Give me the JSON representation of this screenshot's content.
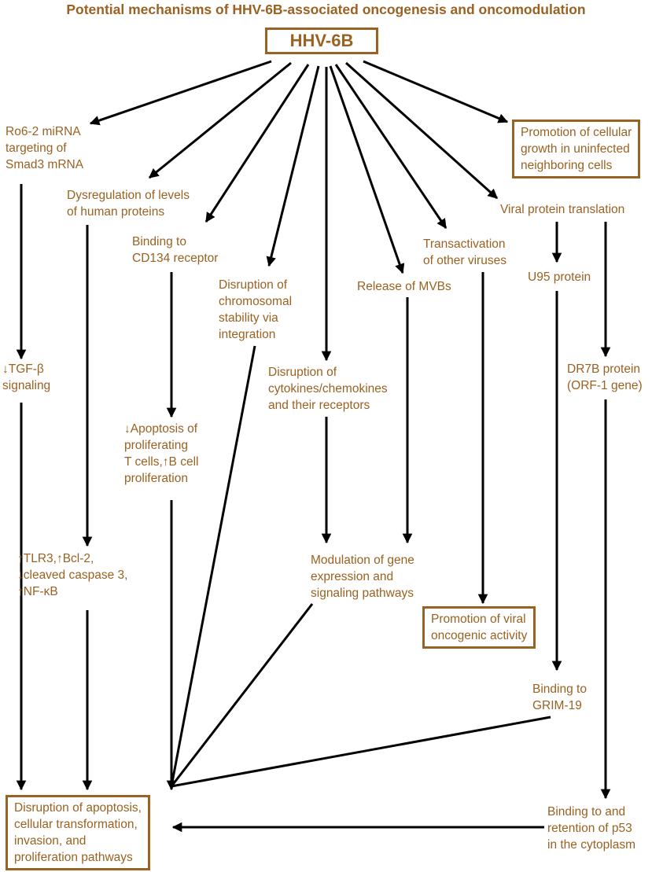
{
  "title": "Potential mechanisms of HHV-6B-associated oncogenesis and oncomodulation",
  "root": "HHV-6B",
  "nodes": {
    "ro62": "Ro6-2 miRNA\ntargeting of\nSmad3 mRNA",
    "dysreg": "Dysregulation of levels\nof human proteins",
    "cd134": "Binding to\nCD134 receptor",
    "chrom": "Disruption of\nchromosomal\nstability via\nintegration",
    "cytok": "Disruption of\ncytokines/chemokines\nand their receptors",
    "mvbs": "Release of MVBs",
    "transact": "Transactivation\nof other viruses",
    "viraltrans": "Viral protein translation",
    "growth": "Promotion of cellular\ngrowth in uninfected\nneighboring cells",
    "u95": "U95 protein",
    "dr7b": "DR7B protein\n(ORF-1 gene)",
    "tgf": "↓TGF-β\nsignaling",
    "apop": "↓Apoptosis of\nproliferating\nT cells,↑B cell\nproliferation",
    "tlr3": "↑TLR3,↑Bcl-2,\n↓cleaved caspase 3,\n↑NF-κB",
    "modul": "Modulation of gene\nexpression and\nsignaling pathways",
    "viralonc": "Promotion of viral\noncogenic activity",
    "grim": "Binding to\nGRIM-19",
    "p53": "Binding to and\nretention of p53\nin the cytoplasm",
    "final": "Disruption of apoptosis,\ncellular transformation,\ninvasion, and\nproliferation pathways"
  },
  "colors": {
    "text": "#9a6222",
    "arrow": "#000000"
  }
}
